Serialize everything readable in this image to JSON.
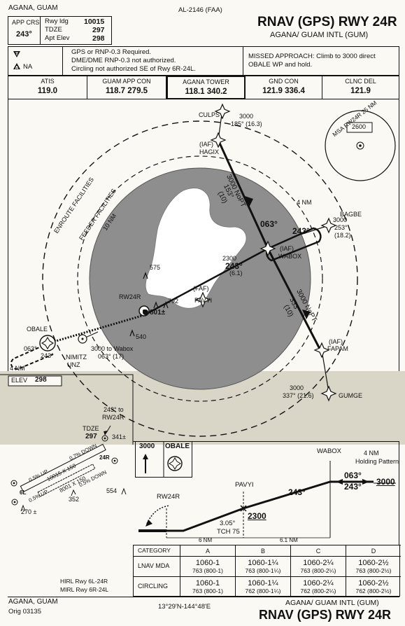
{
  "header": {
    "location": "AGANA, GUAM",
    "chart_id": "AL-2146 (FAA)",
    "title": "RNAV (GPS) RWY 24R",
    "airport": "AGANA/ GUAM INTL (GUM)",
    "app_crs_label": "APP CRS",
    "app_crs_value": "243°",
    "rwy_ldg_label": "Rwy ldg",
    "rwy_ldg_value": "10015",
    "tdze_label": "TDZE",
    "tdze_value": "297",
    "apt_elev_label": "Apt Elev",
    "apt_elev_value": "298"
  },
  "notes": {
    "na_label": "NA",
    "line1": "GPS or RNP-0.3 Required.",
    "line2": "DME/DME RNP-0.3 not authorized.",
    "line3": "Circling not authorized SE of Rwy 6R-24L.",
    "missed_approach_1": "MISSED APPROACH:  Climb to 3000 direct",
    "missed_approach_2": "OBALE WP and hold."
  },
  "frequencies": [
    {
      "label": "ATIS",
      "value": "119.0"
    },
    {
      "label": "GUAM APP CON",
      "value": "118.7  279.5"
    },
    {
      "label": "AGANA TOWER",
      "value": "118.1  340.2"
    },
    {
      "label": "GND CON",
      "value": "121.9  336.4"
    },
    {
      "label": "CLNC DEL",
      "value": "121.9"
    }
  ],
  "plan": {
    "culps": "CULPS",
    "culps_alt": "3000",
    "culps_crs": "185° (16.3)",
    "hagix_iaf": "(IAF)",
    "hagix": "HAGIX",
    "hagix_leg": "3000 NoPT",
    "hagix_leg_crs": "153°",
    "hagix_leg_dist": "(10)",
    "enroute_facilities": "ENROUTE FACILITIES",
    "feeder_facilities": "FEEDER FACILITIES",
    "ten_nm": "10 NM",
    "msa": "MSA RW24R 25 NM",
    "msa_alt": "2600",
    "four_nm": "4 NM",
    "hold_in": "063°",
    "hold_out": "243°",
    "bagbe": "BAGBE",
    "bagbe_alt": "3000",
    "bagbe_crs": "253°",
    "bagbe_dist": "(18.2)",
    "wabox_iaf": "(IAF)",
    "wabox": "WABOX",
    "final_alt": "2300",
    "final_crs": "243°",
    "final_dist": "(6.1)",
    "fapam_leg": "3000 NoPT",
    "fapam_leg_crs": "333°",
    "fapam_leg_dist": "(10)",
    "fapam_iaf": "(IAF)",
    "fapam": "FAPAM",
    "gumge": "GUMGE",
    "gumge_alt": "3000",
    "gumge_crs": "337° (21.6)",
    "faf": "(FAF)",
    "pavyi": "PAVYI",
    "rw24r": "RW24R",
    "obst_575": "575",
    "obst_792": "792",
    "obst_801": "801±",
    "obst_540": "540",
    "obale": "OBALE",
    "obale_crs": "063°",
    "obale_out": "243°",
    "nimitz": "NIMITZ",
    "unz": "UNZ",
    "to_wabox": "3000 to Wabox",
    "to_wabox_crs": "063° (17)",
    "four_nm_left": "4 NM"
  },
  "airport_sketch": {
    "elev_label": "ELEV",
    "elev_value": "298",
    "to_rw": "243° to",
    "to_rw2": "RW24R",
    "tdze_label": "TDZE",
    "tdze_value": "297",
    "obst_341": "341±",
    "obst_554": "554",
    "obst_352": "352",
    "obst_270": "270 ±",
    "rwy1": "10015 X 150",
    "rwy2": "8001 X 150",
    "grad1": "0.7% DOWN",
    "grad2": "0.5% UP",
    "grad3": "0.5% DOWN",
    "grad4": "0.5% UP",
    "rwy_6l": "6L",
    "rwy_24r": "24R",
    "lights1": "HIRL Rwy 6L-24R",
    "lights2": "MIRL Rwy 6R-24L"
  },
  "profile": {
    "ma_alt": "3000",
    "ma_fix": "OBALE",
    "wabox": "WABOX",
    "four_nm": "4 NM",
    "holding": "Holding Pattern",
    "hold_in": "063°",
    "hold_out": "243°",
    "hold_alt": "3000",
    "pavyi": "PAVYI",
    "crs": "243°",
    "rw24r": "RW24R",
    "faf_alt": "2300",
    "gs": "3.05°",
    "tch": "TCH 75",
    "dist1": "6 NM",
    "dist2": "6.1 NM"
  },
  "minimums": {
    "category_label": "CATEGORY",
    "categories": [
      "A",
      "B",
      "C",
      "D"
    ],
    "rows": [
      {
        "label": "LNAV  MDA",
        "cells": [
          {
            "big": "1060-1",
            "small": "763 (800-1)"
          },
          {
            "big": "1060-1¼",
            "small": "763 (800-1¼)"
          },
          {
            "big": "1060-2¼",
            "small": "763 (800-2¼)"
          },
          {
            "big": "1060-2½",
            "small": "763 (800-2½)"
          }
        ]
      },
      {
        "label": "CIRCLING",
        "cells": [
          {
            "big": "1060-1",
            "small": "763 (800-1)"
          },
          {
            "big": "1060-1¼",
            "small": "762 (800-1¼)"
          },
          {
            "big": "1060-2¼",
            "small": "762 (800-2¼)"
          },
          {
            "big": "1060-2½",
            "small": "762 (800-2½)"
          }
        ]
      }
    ]
  },
  "footer": {
    "location": "AGANA, GUAM",
    "orig": "Orig  03135",
    "coords": "13°29'N-144°48'E",
    "airport": "AGANA/ GUAM INTL (GUM)",
    "title": "RNAV (GPS) RWY 24R"
  },
  "colors": {
    "shade": "#d9d6c7",
    "circle_fill": "#8e8e8e",
    "island": "#ffffff",
    "ink": "#111111"
  }
}
